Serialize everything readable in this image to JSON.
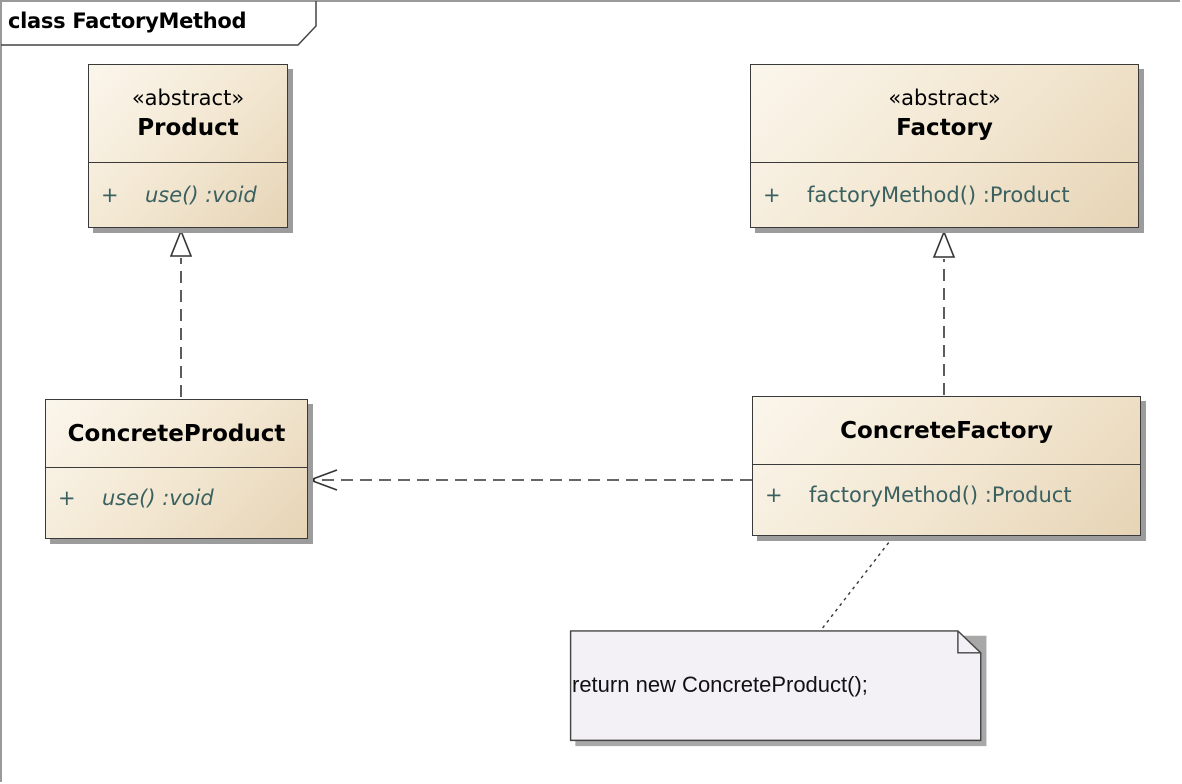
{
  "frame": {
    "title": "class FactoryMethod"
  },
  "classes": {
    "product": {
      "stereotype": "«abstract»",
      "name": "Product",
      "operation": {
        "visibility": "+",
        "signature": "use()  :void"
      }
    },
    "factory": {
      "stereotype": "«abstract»",
      "name": "Factory",
      "operation": {
        "visibility": "+",
        "signature": "factoryMethod()  :Product"
      }
    },
    "concrete_product": {
      "name": "ConcreteProduct",
      "operation": {
        "visibility": "+",
        "signature": "use()  :void"
      }
    },
    "concrete_factory": {
      "name": "ConcreteFactory",
      "operation": {
        "visibility": "+",
        "signature": "factoryMethod()  :Product"
      }
    }
  },
  "note": {
    "text": "return new ConcreteProduct();"
  },
  "colors": {
    "class_fill_light": "#fbf6ec",
    "class_fill_dark": "#e6d4b5",
    "operation_text": "#3a6060",
    "note_fill": "#f4f1f6",
    "line": "#333333"
  }
}
